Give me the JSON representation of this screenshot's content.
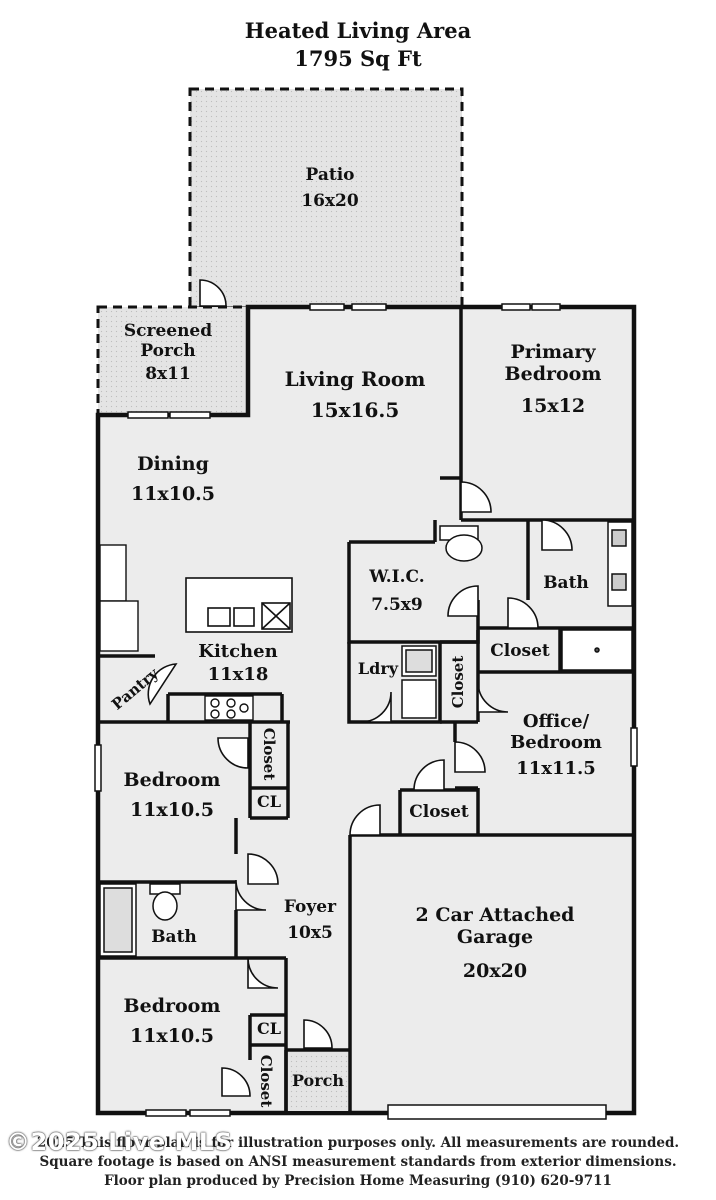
{
  "header": {
    "title": "Heated Living Area",
    "subtitle": "1795 Sq Ft"
  },
  "rooms": {
    "patio": {
      "name": "Patio",
      "dim": "16x20"
    },
    "screened_porch": {
      "name_line1": "Screened",
      "name_line2": "Porch",
      "dim": "8x11"
    },
    "living_room": {
      "name": "Living Room",
      "dim": "15x16.5"
    },
    "primary_bedroom": {
      "name_line1": "Primary",
      "name_line2": "Bedroom",
      "dim": "15x12"
    },
    "dining": {
      "name": "Dining",
      "dim": "11x10.5"
    },
    "wic": {
      "name": "W.I.C.",
      "dim": "7.5x9"
    },
    "bath_primary": {
      "name": "Bath"
    },
    "kitchen": {
      "name": "Kitchen",
      "dim": "11x18"
    },
    "pantry": {
      "name": "Pantry"
    },
    "closet_primary": {
      "name": "Closet"
    },
    "laundry": {
      "name": "Ldry"
    },
    "closet_laundry": {
      "name": "Closet"
    },
    "office": {
      "name_line1": "Office/",
      "name_line2": "Bedroom",
      "dim": "11x11.5"
    },
    "closet_bed1": {
      "name": "Closet"
    },
    "bedroom1": {
      "name": "Bedroom",
      "dim": "11x10.5"
    },
    "cl_bed1": {
      "name": "CL"
    },
    "closet_office": {
      "name": "Closet"
    },
    "foyer": {
      "name": "Foyer",
      "dim": "10x5"
    },
    "garage": {
      "name_line1": "2 Car Attached",
      "name_line2": "Garage",
      "dim": "20x20"
    },
    "bath_hall": {
      "name": "Bath"
    },
    "bedroom2": {
      "name": "Bedroom",
      "dim": "11x10.5"
    },
    "cl_bed2": {
      "name": "CL"
    },
    "closet_bed2": {
      "name": "Closet"
    },
    "porch": {
      "name": "Porch"
    }
  },
  "footer": {
    "line1": "2025 This floor plan is for illustration purposes only. All measurements are rounded.",
    "line2": "Square footage is based on ANSI measurement standards from exterior dimensions.",
    "line3": "Floor plan produced by Precision Home Measuring (910) 620-9711"
  },
  "watermark": "©2025 Live MLS",
  "colors": {
    "fill": "#ececec",
    "wall": "#111111",
    "patio": "#e6e6e6"
  }
}
